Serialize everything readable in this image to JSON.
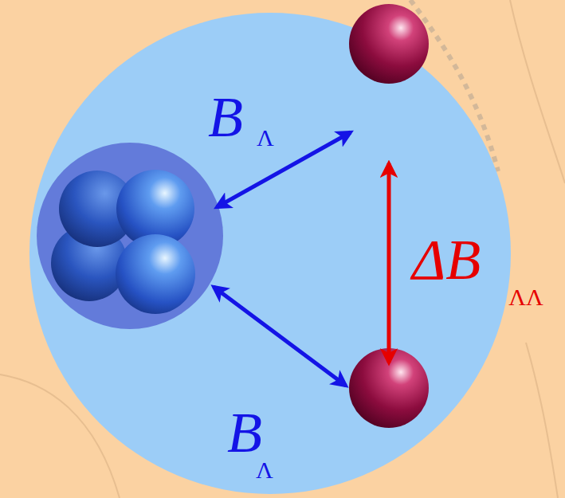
{
  "diagram": {
    "labels": [
      "B",
      "Λ",
      "ΔB",
      "ΛΛ",
      "B",
      "Λ"
    ]
  }
}
